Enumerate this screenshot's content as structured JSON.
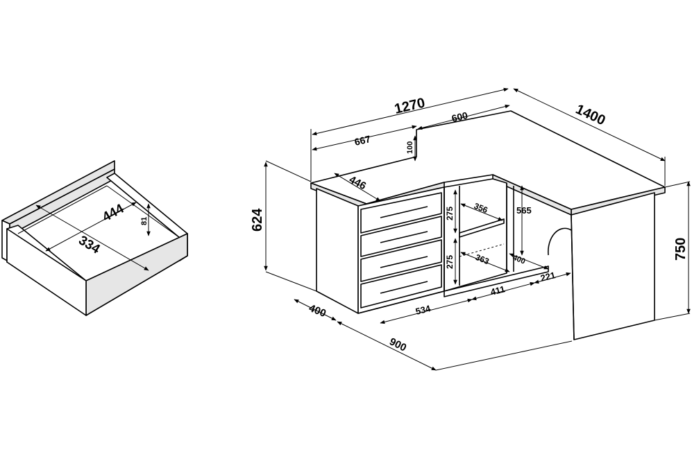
{
  "drawer_detail": {
    "labels": {
      "length": "444",
      "width": "334",
      "height": "81"
    }
  },
  "desk": {
    "labels": {
      "total_width": "1270",
      "return_length": "1400",
      "return_width": "600",
      "cabinet_width": "667",
      "gap_height": "100",
      "cabinet_depth_top": "446",
      "cabinet_height": "624",
      "desk_height": "750",
      "shelf_height_upper": "275",
      "shelf_height_lower": "275",
      "shelf_depth": "356",
      "inner_height": "565",
      "inner_depth": "363",
      "inner_width": "400",
      "base_depth": "400",
      "base_front": "534",
      "base_middle": "411",
      "base_end": "221",
      "overall_depth": "900"
    }
  }
}
